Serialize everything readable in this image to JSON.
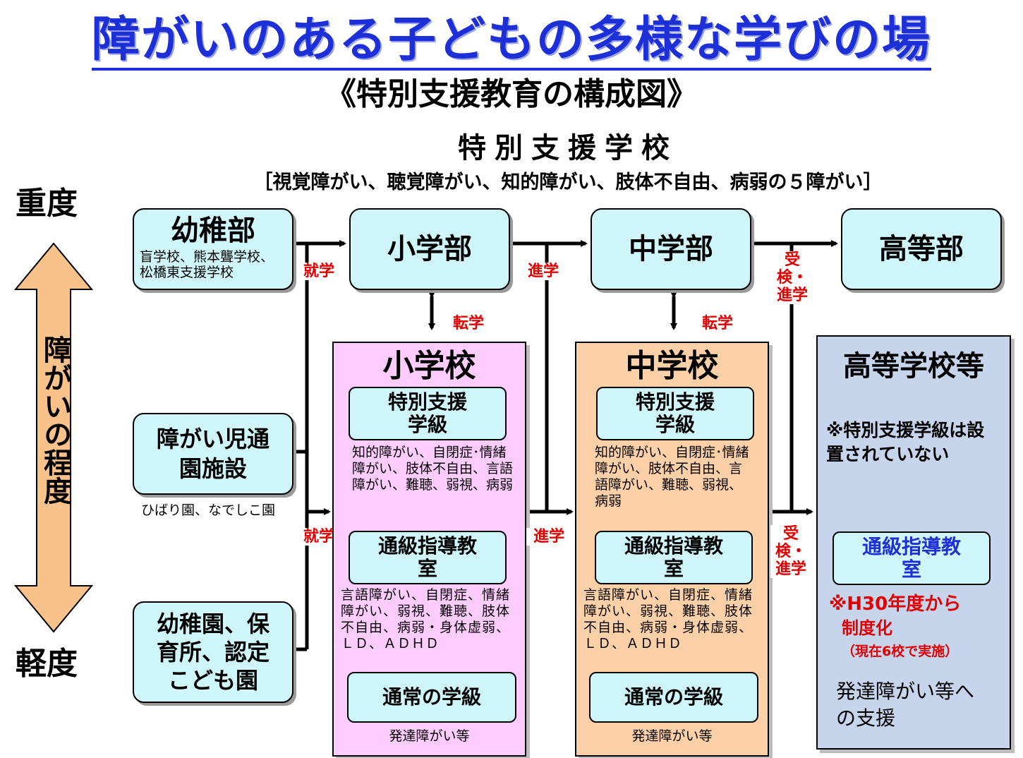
{
  "title": "障がいのある子どもの多様な学びの場",
  "subtitle": "《特別支援教育の構成図》",
  "special_school": {
    "title": "特別支援学校",
    "subtitle": "［視覚障がい、聴覚障がい、知的障がい、肢体不自由、病弱の５障がい］",
    "kindergarten": {
      "label": "幼稚部",
      "note": "盲学校、熊本聾学校、松橋東支援学校"
    },
    "elementary": "小学部",
    "junior_high": "中学部",
    "high": "高等部"
  },
  "severity": {
    "heavy": "重度",
    "light": "軽度",
    "degree": "障がいの程度"
  },
  "preschool": {
    "facility": "障がい児通園施設",
    "facility_note": "ひばり園、なでしこ園",
    "nursery": "幼稚園、保育所、認定こども園"
  },
  "tags": {
    "enroll": "就学",
    "advance": "進学",
    "transfer": "転学",
    "exam_advance": "受検・進学"
  },
  "elementary_school": {
    "title": "小学校",
    "special_class": "特別支援学級",
    "special_class_note": "知的障がい、自閉症･情緒障がい、肢体不自由、言語障がい、難聴、弱視、病弱",
    "resource_room": "通級指導教室",
    "resource_note": "言語障がい、自閉症、情緒障がい、弱視、難聴、肢体不自由、病弱・身体虚弱、ＬＤ、ＡＤＨＤ",
    "regular": "通常の学級",
    "regular_note": "発達障がい等"
  },
  "junior_high_school": {
    "title": "中学校",
    "special_class": "特別支援学級",
    "special_class_note": "知的障がい、自閉症･情緒障がい、肢体不自由、言語障がい、難聴、弱視、病弱",
    "resource_room": "通級指導教室",
    "resource_note": "言語障がい、自閉症、情緒障がい、弱視、難聴、肢体不自由、病弱・身体虚弱、ＬＤ、ＡＤＨＤ",
    "regular": "通常の学級",
    "regular_note": "発達障がい等"
  },
  "high_school": {
    "title": "高等学校等",
    "note": "※特別支援学級は設置されていない",
    "resource_room": "通級指導教室",
    "h30_note": "※H30年度から",
    "system_note": "制度化",
    "system_detail": "（現在6校で実施）",
    "support": "発達障がい等への支援"
  },
  "colors": {
    "title_blue": "#1d2fd6",
    "special_school_bg": "#ffffa8",
    "box_bg": "#cff7fb",
    "elementary_bg": "#ffccff",
    "junior_high_bg": "#fdd0a8",
    "high_bg": "#c6d4ec",
    "arrow_orange": "#f9c28a",
    "tag_red": "#e00000"
  }
}
